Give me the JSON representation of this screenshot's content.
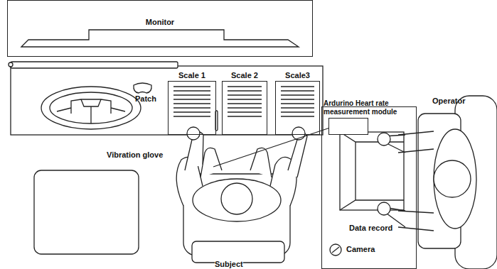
{
  "diagram": {
    "nodes": [
      {
        "text": [
          "Monitor"
        ]
      },
      {
        "text": [
          "Scale 1"
        ]
      },
      {
        "text": [
          "Scale 2"
        ]
      },
      {
        "text": [
          "Scale3"
        ]
      },
      {
        "text": [
          "Ardurino Heart rate measurement module"
        ]
      },
      {
        "text": [
          "Data record",
          "Camera"
        ]
      }
    ],
    "labels": [
      "Patch",
      "Operator",
      "Vibration glove",
      "Subject"
    ]
  }
}
